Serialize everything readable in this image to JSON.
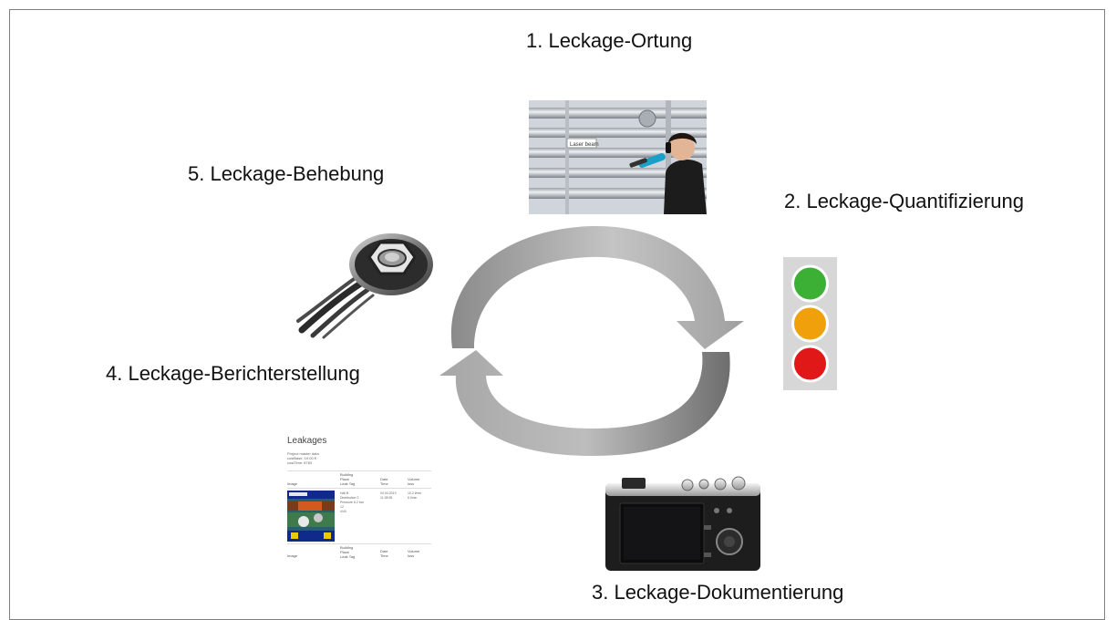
{
  "steps": {
    "step1": "1. Leckage-Ortung",
    "step2": "2. Leckage-Quantifizierung",
    "step3": "3. Leckage-Dokumentierung",
    "step4": "4. Leckage-Berichterstellung",
    "step5": "5. Leckage-Behebung"
  },
  "report": {
    "title": "Leakages",
    "meta": [
      "Project master data",
      "costBase: 19.00 €",
      "costTime: 8760"
    ],
    "header_image": "Image",
    "header_col2": [
      "Building",
      "Place",
      "Leak Tag"
    ],
    "header_col3": [
      "Date",
      "Time"
    ],
    "header_col4": [
      "Volume",
      "loss"
    ],
    "row_col2": [
      "Hall B",
      "Distribution 2",
      "Pressure 6.2 bar",
      "12",
      "4/40"
    ],
    "row_col3": [
      "04.04.2019",
      "11:28:55"
    ],
    "row_col4": [
      "10.2 l/min",
      "6 l/min"
    ]
  },
  "photo_label": "Laser beam",
  "traffic_light": {
    "colors": [
      "#3cb034",
      "#f0a00a",
      "#e01818"
    ]
  }
}
